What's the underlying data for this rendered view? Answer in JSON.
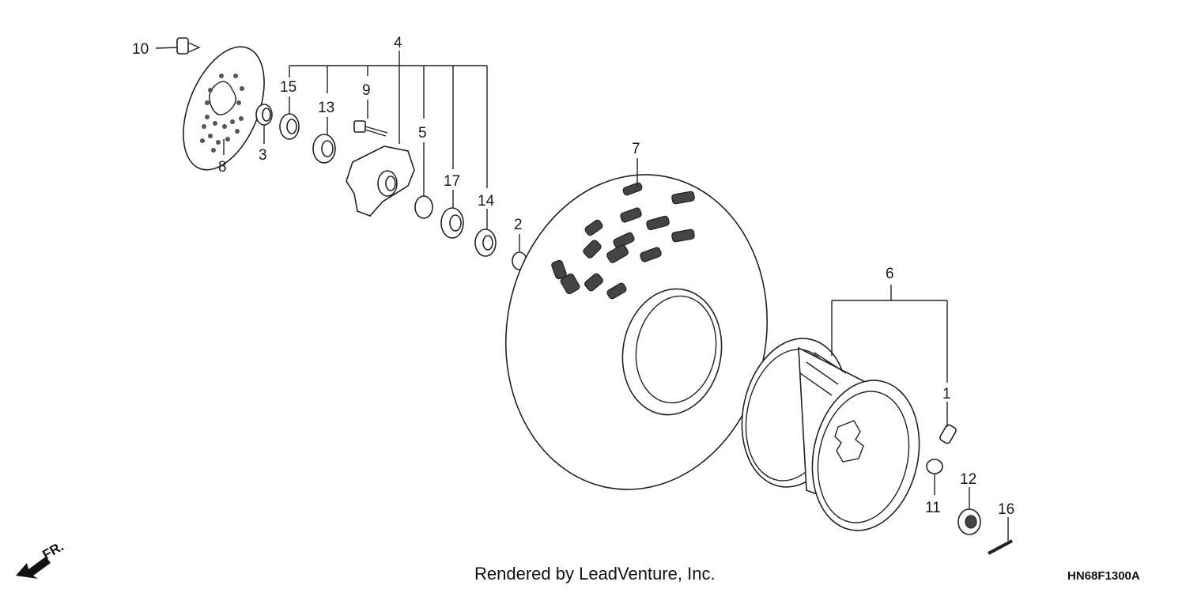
{
  "diagram": {
    "callouts": [
      {
        "id": "c10",
        "text": "10"
      },
      {
        "id": "c8",
        "text": "8"
      },
      {
        "id": "c3",
        "text": "3"
      },
      {
        "id": "c15",
        "text": "15"
      },
      {
        "id": "c13",
        "text": "13"
      },
      {
        "id": "c9",
        "text": "9"
      },
      {
        "id": "c4",
        "text": "4"
      },
      {
        "id": "c5",
        "text": "5"
      },
      {
        "id": "c17",
        "text": "17"
      },
      {
        "id": "c14",
        "text": "14"
      },
      {
        "id": "c2",
        "text": "2"
      },
      {
        "id": "c7",
        "text": "7"
      },
      {
        "id": "c6",
        "text": "6"
      },
      {
        "id": "c1",
        "text": "1"
      },
      {
        "id": "c12",
        "text": "12"
      },
      {
        "id": "c11",
        "text": "11"
      },
      {
        "id": "c16",
        "text": "16"
      }
    ],
    "direction_label": "FR.",
    "footer": "Rendered by LeadVenture, Inc.",
    "diagram_code": "HN68F1300A"
  }
}
